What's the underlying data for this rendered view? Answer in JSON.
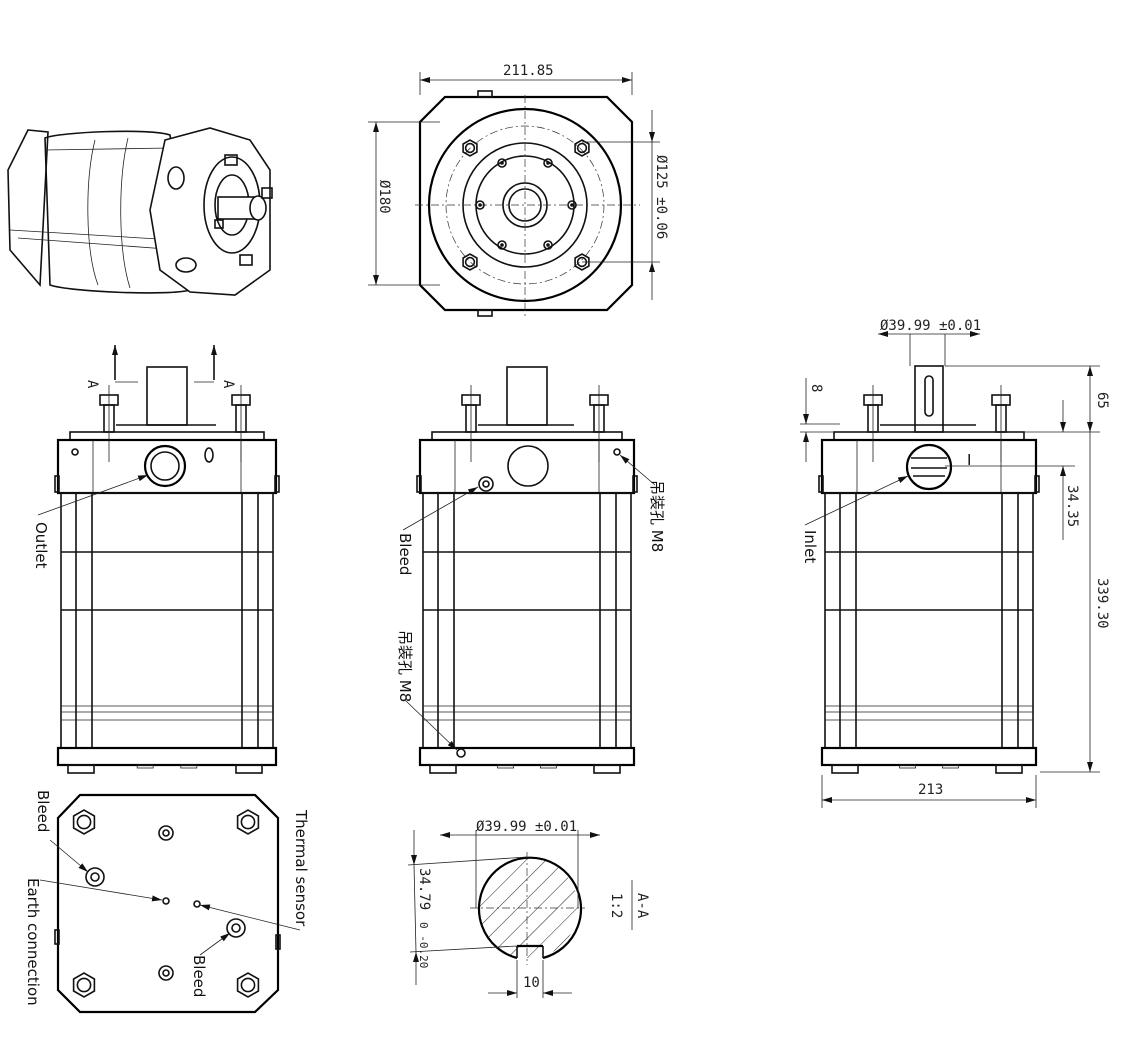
{
  "drawing": {
    "front_view": {
      "width_dim": "211.85",
      "outer_dia": "Ø180",
      "pcd_dia": "Ø125 ±0.06"
    },
    "left_side_view": {
      "section_mark_left": "A",
      "section_mark_right": "A",
      "outlet_label": "Outlet"
    },
    "middle_side_view": {
      "bleed_label": "Bleed",
      "lifting_hole_top": "吊装孔 M8",
      "lifting_hole_bottom": "吊装孔 M8"
    },
    "right_side_view": {
      "shaft_dia": "Ø39.99 ±0.01",
      "key_dim": "8",
      "shaft_length": "65",
      "inlet_center": "34.35",
      "overall_height": "339.30",
      "width_dim": "213",
      "inlet_label": "Inlet",
      "inlet_mark": "I"
    },
    "bottom_view": {
      "bleed_label_1": "Bleed",
      "earth_label": "Earth connection",
      "thermal_label": "Thermal sensor",
      "bleed_label_2": "Bleed"
    },
    "section_view": {
      "shaft_dia": "Ø39.99 ±0.01",
      "key_depth": "34.79",
      "key_depth_tol": "0 -0.20",
      "key_width": "10",
      "section_name": "A-A",
      "scale": "1:2"
    }
  }
}
